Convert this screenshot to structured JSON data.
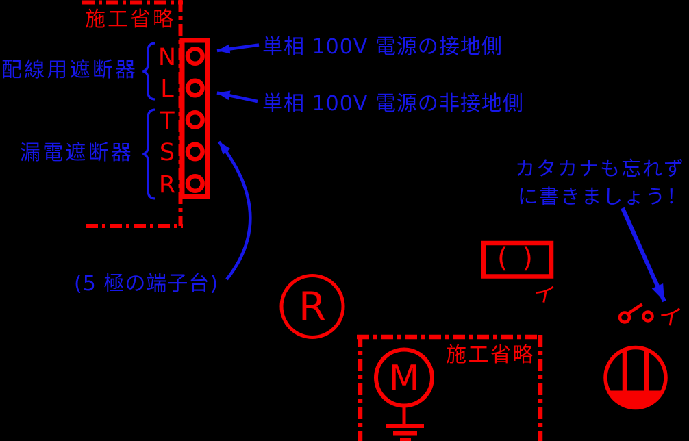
{
  "palette": {
    "background": "#000000",
    "red": "#f70000",
    "blue": "#1717e8"
  },
  "top_boundary": {
    "label": "施工省略"
  },
  "terminal_block": {
    "pins": [
      "N",
      "L",
      "T",
      "S",
      "R"
    ],
    "breaker_brace_label": "配線用遮断器",
    "elcb_brace_label": "漏電遮断器",
    "note": "(5 極の端子台)"
  },
  "annotations": {
    "grounded": "単相 100V 電源の接地側",
    "ungrounded": "単相 100V 電源の非接地側",
    "katakana_line1": "カタカナも忘れず",
    "katakana_line2": "に書きましょう！"
  },
  "devices": {
    "receptacle_letter": "R",
    "paren_symbol": "( )",
    "paren_katakana": "イ",
    "switch_katakana": "イ",
    "motor_letter": "M"
  },
  "bottom_boundary": {
    "label": "施工省略"
  }
}
